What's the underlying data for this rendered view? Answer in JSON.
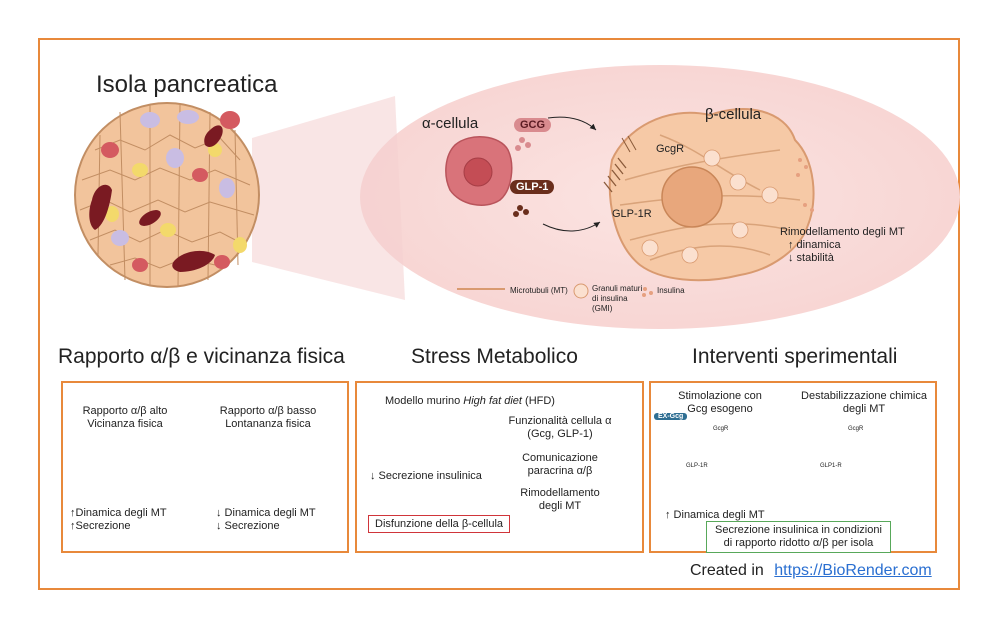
{
  "top": {
    "islet_title": "Isola pancreatica",
    "alpha_label": "α-cellula",
    "beta_label": "β-cellula",
    "gcg_badge": "GCG",
    "glp1_badge": "GLP-1",
    "gcgr_label": "GcgR",
    "glp1r_label": "GLP-1R",
    "remodel_title": "Rimodellamento degli MT",
    "remodel_line1": "↑ dinamica",
    "remodel_line2": "↓ stabilità",
    "legend_mt": "Microtubuli (MT)",
    "legend_gmi_1": "Granuli maturi",
    "legend_gmi_2": "di insulina",
    "legend_gmi_3": "(GMI)",
    "legend_ins": "Insulina"
  },
  "panel1": {
    "title": "Rapporto α/β e vicinanza fisica",
    "left_head_1": "Rapporto α/β alto",
    "left_head_2": "Vicinanza fisica",
    "right_head_1": "Rapporto α/β basso",
    "right_head_2": "Lontananza fisica",
    "left_foot_1": "↑Dinamica degli MT",
    "left_foot_2": "↑Secrezione",
    "right_foot_1": "↓ Dinamica degli MT",
    "right_foot_2": "↓ Secrezione"
  },
  "panel2": {
    "title": "Stress Metabolico",
    "model_prefix": "Modello murino ",
    "model_italic": "High fat diet",
    "model_suffix": " (HFD)",
    "step1_1": "Funzionalità cellula α",
    "step1_2": "(Gcg, GLP-1)",
    "step2_1": "Comunicazione",
    "step2_2": "paracrina α/β",
    "step3_1": "Rimodellamento",
    "step3_2": "degli MT",
    "secretion": "↓ Secrezione insulinica",
    "dysfunction": "Disfunzione della β-cellula"
  },
  "panel3": {
    "title": "Interventi sperimentali",
    "left_head_1": "Stimolazione con",
    "left_head_2": "Gcg esogeno",
    "right_head_1": "Destabilizzazione chimica",
    "right_head_2": "degli MT",
    "exgcg_badge": "EX-Gcg",
    "gcgr_small_left": "GcgR",
    "glp1r_small_left": "GLP-1R",
    "gcgr_small_right": "GcgR",
    "glp1r_small_right": "GLP1-R",
    "dynamics": "↑ Dinamica degli MT",
    "result_1": "Secrezione insulinica in condizioni",
    "result_2": "di rapporto ridotto α/β per isola"
  },
  "footer": {
    "created_in": "Created in",
    "link": "https://BioRender.com"
  },
  "colors": {
    "frame": "#e8893b",
    "alpha_cell": "#d9737a",
    "beta_cell": "#f6c9a6",
    "gcg_badge": "#d98b8f",
    "glp1_badge": "#6a2e1c",
    "exgcg_badge": "#2f6f93",
    "ellipse": "#fbe7e6",
    "red_box": "#d0353a",
    "green_box": "#58a85a"
  }
}
